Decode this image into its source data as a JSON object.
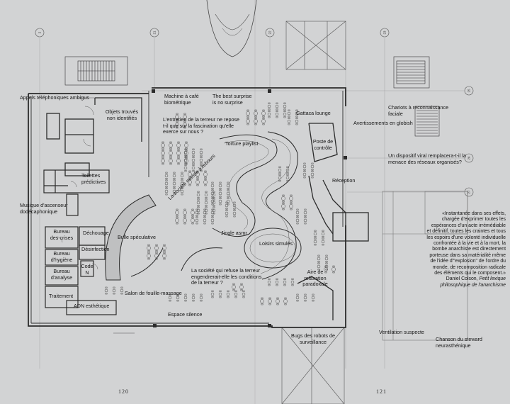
{
  "page_numbers": {
    "left": "120",
    "right": "121"
  },
  "grid_bubbles": {
    "top": [
      "2",
      "21",
      "22",
      "23"
    ],
    "right": [
      "25",
      "26",
      "27"
    ]
  },
  "labels": {
    "appels": "Appels téléphoniques ambigus",
    "objets": "Objets trouvés\nnon identifiés",
    "machine_cafe": "Machine à café\nbiométrique",
    "best_surprise": "The best surprise\nis no surprise",
    "gattaca": "Gattaca lounge",
    "entretien": "L'entretien de la terreur ne repose\nt-il que sur la fascination qu'elle\nexerce sur nous ?",
    "torture": "Torture playlist",
    "poste": "Poste de\ncontrôle",
    "toilettes": "Toilettes\nprédictives",
    "societe_reboure": "La société monde à rebours",
    "reception": "Réception",
    "musique": "Musique d'ascenseur\ndodécaphonique",
    "bureau_crises": "Bureau\ndes crises",
    "dechouage": "Déchouage",
    "bulle": "Bulle spéculative",
    "jingle": "Jingle asmr",
    "loisirs": "Loisirs simulés",
    "desinfection": "Désinfection",
    "bureau_hygiene": "Bureau\nd'hygiène",
    "code": "Code\nN",
    "bureau_analyse": "Bureau\nd'analyse",
    "societe_refuse": "La société qui refuse la terreur\nengendrerait-elle les conditions\nde la terreur ?",
    "aire": "Aire de\nrelaxation\nparadoxale",
    "traitement": "Traitement",
    "salon": "Salon de fouille-massage",
    "adn": "ADN esthétique",
    "espace": "Espace silence",
    "bugs": "Bugs des robots de\nsurveillance",
    "ventilation": "Ventilation suspecte",
    "chariots": "Chariots à reconnaissance\nfaciale",
    "avertissements": "Avertissements en globish",
    "dispositif": "Un dispositif viral remplacera-t-il la\nmenace des réseaux organisés?",
    "chanson": "Chanson du steward\nneurasthénique"
  },
  "quote": {
    "body": "«Instantanée dans ses effets, chargée d'exprimer toutes les espérances d'un acte irrémédiable et définitif, toutes les craintes et tous les espoirs d'une volonté individuelle confrontée à la vie et à la mort, la bombe anarchiste est directement porteuse dans sa matérialité même de l'idée d'\"explosion\" de l'ordre du monde, de recomposition radicale des éléments qui le composent.»",
    "author": "Daniel Colson, ",
    "source": "Petit lexique philosophique de l'anarchisme"
  },
  "colors": {
    "paper": "#d2d3d4",
    "wall": "#2b2b2b",
    "thin_line": "#6a6a6a",
    "grid_line": "#8e8f91"
  }
}
